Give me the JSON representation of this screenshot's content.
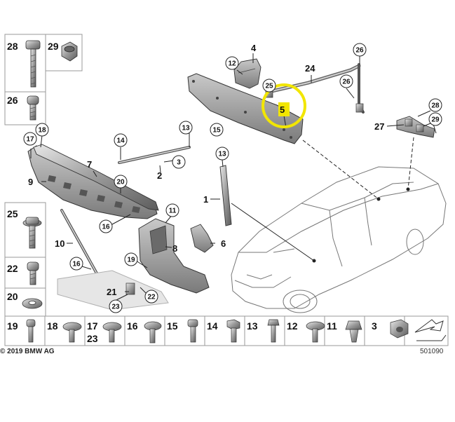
{
  "diagram": {
    "copyright": "© 2019 BMW AG",
    "document_number": "501090",
    "highlight_color": "#f2e600",
    "label_fill": "#f2e600",
    "part_labels": {
      "p1": "1",
      "p2": "2",
      "p3": "3",
      "p4": "4",
      "p5": "5",
      "p6": "6",
      "p7": "7",
      "p8": "8",
      "p9": "9",
      "p10": "10",
      "p11": "11",
      "p12": "12",
      "p13": "13",
      "p14": "14",
      "p15": "15",
      "p16": "16",
      "p17": "17",
      "p18": "18",
      "p19": "19",
      "p20": "20",
      "p21": "21",
      "p22": "22",
      "p23": "23",
      "p24": "24",
      "p25": "25",
      "p26": "26",
      "p27": "27",
      "p28": "28",
      "p29": "29"
    },
    "left_legend": [
      {
        "id": "28"
      },
      {
        "id": "29"
      },
      {
        "id": "26"
      },
      {
        "id": "25"
      },
      {
        "id": "22"
      },
      {
        "id": "20"
      }
    ],
    "bottom_legend": [
      {
        "id": "19"
      },
      {
        "id": "18"
      },
      {
        "id": "17",
        "alt": "23"
      },
      {
        "id": "16"
      },
      {
        "id": "15"
      },
      {
        "id": "14"
      },
      {
        "id": "13"
      },
      {
        "id": "12"
      },
      {
        "id": "11"
      },
      {
        "id": "3"
      }
    ]
  }
}
